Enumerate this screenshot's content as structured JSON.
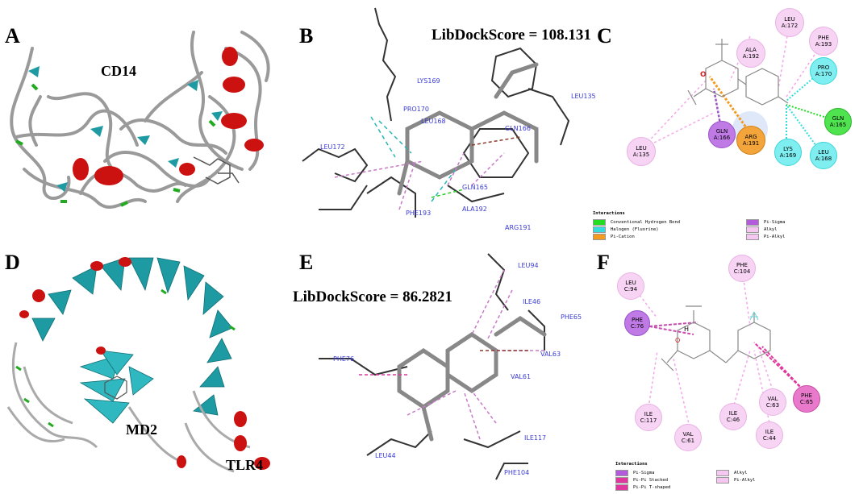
{
  "panels": {
    "a": {
      "label": "A",
      "protein": "CD14"
    },
    "b": {
      "label": "B",
      "score": "LibDockScore = 108.131",
      "residues": [
        "LEU172",
        "LYS169",
        "PRO170",
        "LEU168",
        "LEU135",
        "GLN166",
        "GLN165",
        "PHE193",
        "ALA192",
        "ARG191"
      ]
    },
    "c": {
      "label": "C",
      "nodes": {
        "ala192": {
          "l1": "ALA",
          "l2": "A:192"
        },
        "leu172": {
          "l1": "LEU",
          "l2": "A:172"
        },
        "phe193": {
          "l1": "PHE",
          "l2": "A:193"
        },
        "pro170": {
          "l1": "PRO",
          "l2": "A:170"
        },
        "gln165": {
          "l1": "GLN",
          "l2": "A:165"
        },
        "leu168": {
          "l1": "LEU",
          "l2": "A:168"
        },
        "lys169": {
          "l1": "LYS",
          "l2": "A:169"
        },
        "arg191": {
          "l1": "ARG",
          "l2": "A:191"
        },
        "gln166": {
          "l1": "GLN",
          "l2": "A:166"
        },
        "leu135": {
          "l1": "LEU",
          "l2": "A:135"
        }
      },
      "legend": {
        "title": "Interactions",
        "items": [
          {
            "label": "Conventional Hydrogen Bond",
            "color": "#22dd22"
          },
          {
            "label": "Halogen (Fluorine)",
            "color": "#33dddd"
          },
          {
            "label": "Pi-Cation",
            "color": "#f39a1f"
          },
          {
            "label": "Pi-Sigma",
            "color": "#b25bdb"
          },
          {
            "label": "Alkyl",
            "color": "#f5c6ef"
          },
          {
            "label": "Pi-Alkyl",
            "color": "#f5c6ef"
          }
        ]
      }
    },
    "d": {
      "label": "D",
      "protein1": "MD2",
      "protein2": "TLR4"
    },
    "e": {
      "label": "E",
      "score": "LibDockScore =  86.2821",
      "residues": [
        "LEU94",
        "ILE46",
        "PHE65",
        "VAL63",
        "VAL61",
        "PHE76",
        "ILE117",
        "LEU44",
        "PHE104"
      ]
    },
    "f": {
      "label": "F",
      "nodes": {
        "leu94": {
          "l1": "LEU",
          "l2": "C:94"
        },
        "phe104": {
          "l1": "PHE",
          "l2": "C:104"
        },
        "phe76": {
          "l1": "PHE",
          "l2": "C:76"
        },
        "ile117": {
          "l1": "ILE",
          "l2": "C:117"
        },
        "val61": {
          "l1": "VAL",
          "l2": "C:61"
        },
        "ile46": {
          "l1": "ILE",
          "l2": "C:46"
        },
        "val63": {
          "l1": "VAL",
          "l2": "C:63"
        },
        "phe65": {
          "l1": "PHE",
          "l2": "C:65"
        },
        "ile44": {
          "l1": "ILE",
          "l2": "C:44"
        }
      },
      "legend": {
        "title": "Interactions",
        "items": [
          {
            "label": "Pi-Sigma",
            "color": "#b25bdb"
          },
          {
            "label": "Pi-Pi Stacked",
            "color": "#e0379f"
          },
          {
            "label": "Pi-Pi T-shaped",
            "color": "#e0379f"
          },
          {
            "label": "Alkyl",
            "color": "#f5c6ef"
          },
          {
            "label": "Pi-Alkyl",
            "color": "#f5c6ef"
          }
        ]
      }
    }
  }
}
